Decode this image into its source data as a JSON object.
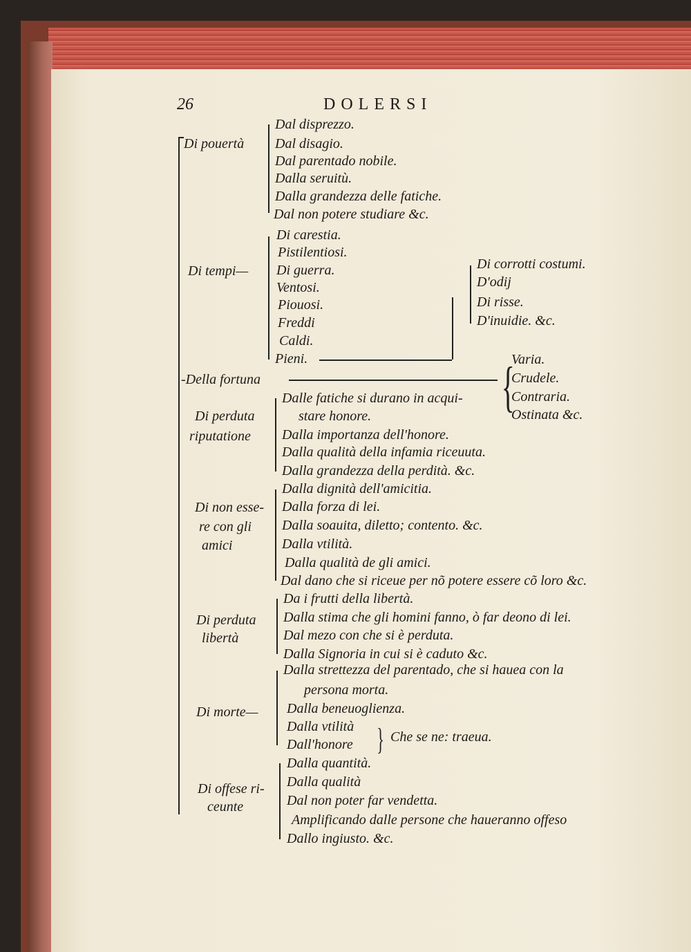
{
  "page_number": "26",
  "running_head": "DOLERSI",
  "groups": {
    "pouerta": {
      "label": "Di pouertà",
      "items": [
        "Dal disprezzo.",
        "Dal disagio.",
        "Dal parentado nobile.",
        "Dalla seruitù.",
        "Dalla grandezza delle fatiche.",
        "Dal non potere studiare &c."
      ]
    },
    "tempi": {
      "label": "Di tempi—",
      "items": [
        "Di carestia.",
        "Pistilentiosi.",
        "Di guerra.",
        "Ventosi.",
        "Piouosi.",
        "Freddi",
        "Caldi.",
        "Pieni."
      ],
      "sub": [
        "Di corrotti costumi.",
        "D'odij",
        "Di risse.",
        "D'inuidie. &c."
      ]
    },
    "fortuna": {
      "label": "-Della fortuna",
      "items": [
        "Varia.",
        "Crudele.",
        "Contraria.",
        "Ostinata &c."
      ]
    },
    "riputatione": {
      "label": [
        "Di perduta",
        "riputatione"
      ],
      "items": [
        "Dalle fatiche si durano in acqui-",
        "stare honore.",
        "Dalla importanza dell'honore.",
        "Dalla qualità della infamia riceuuta.",
        "Dalla grandezza della perdità. &c."
      ]
    },
    "amici": {
      "label": [
        "Di non esse-",
        "re con gli",
        "amici"
      ],
      "items": [
        "Dalla dignità dell'amicitia.",
        "Dalla forza di lei.",
        "Dalla soauita, diletto; contento. &c.",
        "Dalla vtilità.",
        "Dalla qualità de gli amici.",
        "Dal dano che si riceue per nõ potere essere cõ loro &c."
      ]
    },
    "liberta": {
      "label": [
        "Di perduta",
        "libertà"
      ],
      "items": [
        "Da i frutti della libertà.",
        "Dalla stima che gli homini fanno, ò far deono di lei.",
        "Dal mezo con che si è perduta.",
        "Dalla Signoria in cui si è caduto &c."
      ]
    },
    "morte": {
      "label": "Di morte—",
      "items": [
        "Dalla strettezza del parentado, che si hauea con la",
        "persona morta.",
        "Dalla beneuoglienza.",
        "Dalla vtilità",
        "Dall'honore"
      ],
      "note": "Che se ne: traeua."
    },
    "offese": {
      "label": [
        "Di offese ri-",
        "ceunte"
      ],
      "items": [
        "Dalla quantità.",
        "Dalla qualità",
        "Dal non poter far vendetta.",
        "Amplificando dalle persone che haueranno offeso",
        "Dallo ingiusto. &c."
      ]
    }
  }
}
